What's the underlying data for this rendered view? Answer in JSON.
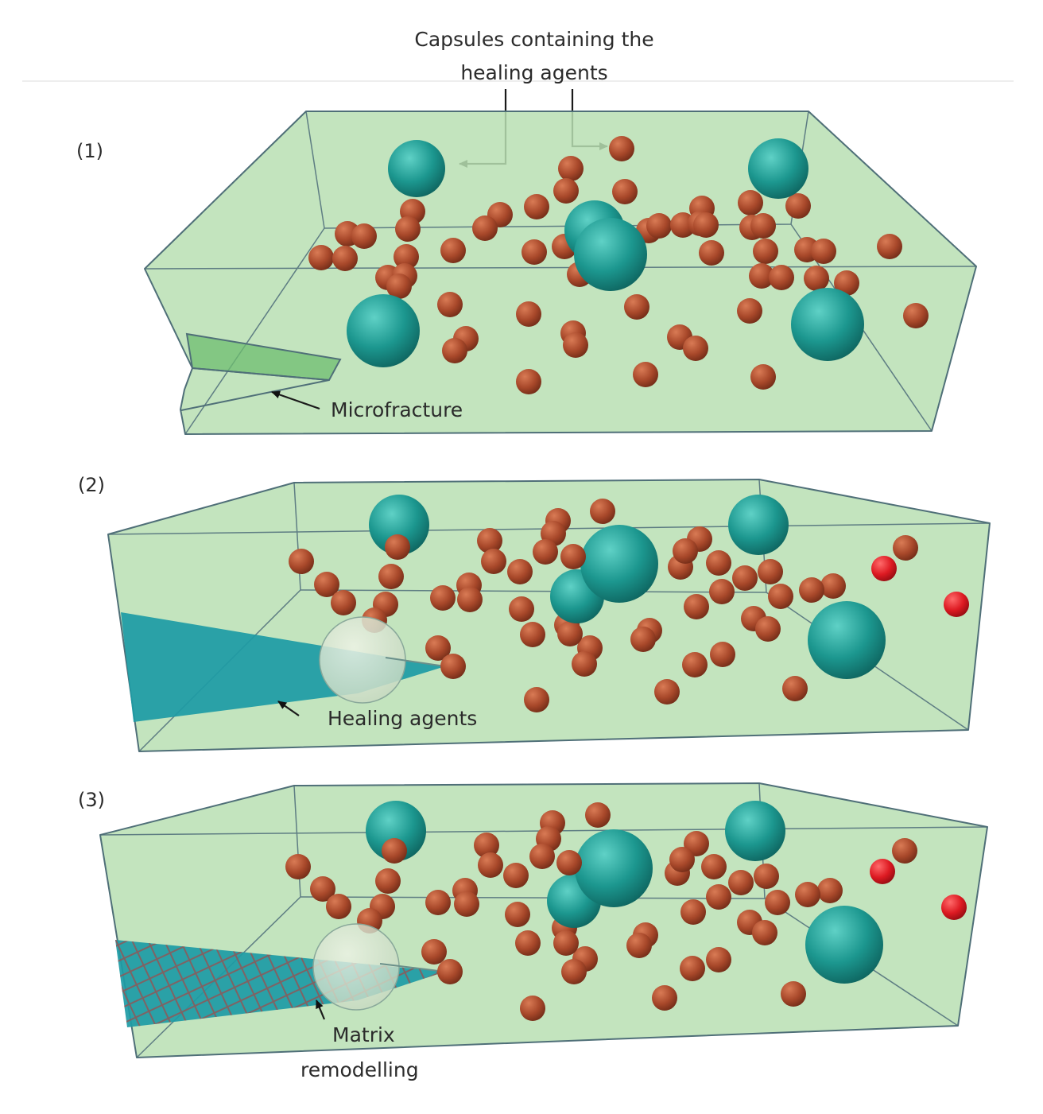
{
  "figure": {
    "capsule_callout_line1": "Capsules containing the",
    "capsule_callout_line2": "healing agents",
    "panels": [
      {
        "label": "(1)",
        "annotation_lines": [
          "Microfracture"
        ]
      },
      {
        "label": "(2)",
        "annotation_lines": [
          "Healing agents"
        ]
      },
      {
        "label": "(3)",
        "annotation_lines": [
          "Matrix",
          "remodelling"
        ]
      }
    ]
  },
  "colors": {
    "matrix": "#b9dfb3",
    "edge": "#4f6f78",
    "large_capsule": "#1c978f",
    "small_capsule": "#a8482a",
    "released_capsule": "#dd1a22",
    "healing_agent": "#1d9ba5",
    "fracture": "#6dbd6f",
    "remodel_mesh": "#8a5a5a"
  }
}
